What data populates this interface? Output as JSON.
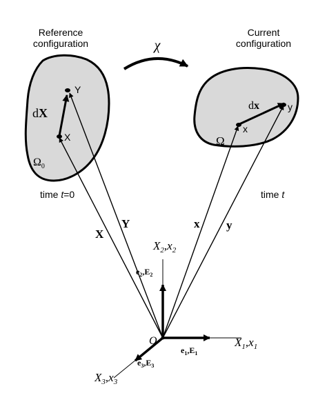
{
  "reference": {
    "heading_line1": "Reference",
    "heading_line2": "configuration",
    "time_label": "time ",
    "time_var": "t",
    "time_eq": "=0",
    "domain_symbol": "Ω",
    "domain_subscript": "0",
    "point_X": "X",
    "point_Y": "Y",
    "element_d": "d",
    "element_X": "X"
  },
  "current": {
    "heading_line1": "Current",
    "heading_line2": "configuration",
    "time_label": "time ",
    "time_var": "t",
    "domain_symbol": "Ω",
    "point_x": "x",
    "point_y": "y",
    "element_d": "d",
    "element_x": "x"
  },
  "mapping": {
    "symbol": "χ"
  },
  "position_vectors": {
    "X": "X",
    "Y": "Y",
    "x": "x",
    "y": "y"
  },
  "axes": {
    "origin": "O",
    "axis2_cap": "X",
    "axis2_cap_sub": "2",
    "axis2_sep": ",x",
    "axis2_low_sub": "2",
    "basis2_e": "e",
    "basis2_e_sub": "2",
    "basis2_sep": ",E",
    "basis2_E_sub": "2",
    "axis1_cap": "X",
    "axis1_cap_sub": "1",
    "axis1_sep": ",x",
    "axis1_low_sub": "1",
    "basis1_e": "e",
    "basis1_e_sub": "1",
    "basis1_sep": ",E",
    "basis1_E_sub": "1",
    "axis3_cap": "X",
    "axis3_cap_sub": "3",
    "axis3_sep": ",x",
    "axis3_low_sub": "3",
    "basis3_e": "e",
    "basis3_e_sub": "3",
    "basis3_sep": ",E",
    "basis3_E_sub": "3"
  },
  "colors": {
    "body_fill": "#d9d9d9",
    "ink": "#000000",
    "background": "#ffffff"
  }
}
